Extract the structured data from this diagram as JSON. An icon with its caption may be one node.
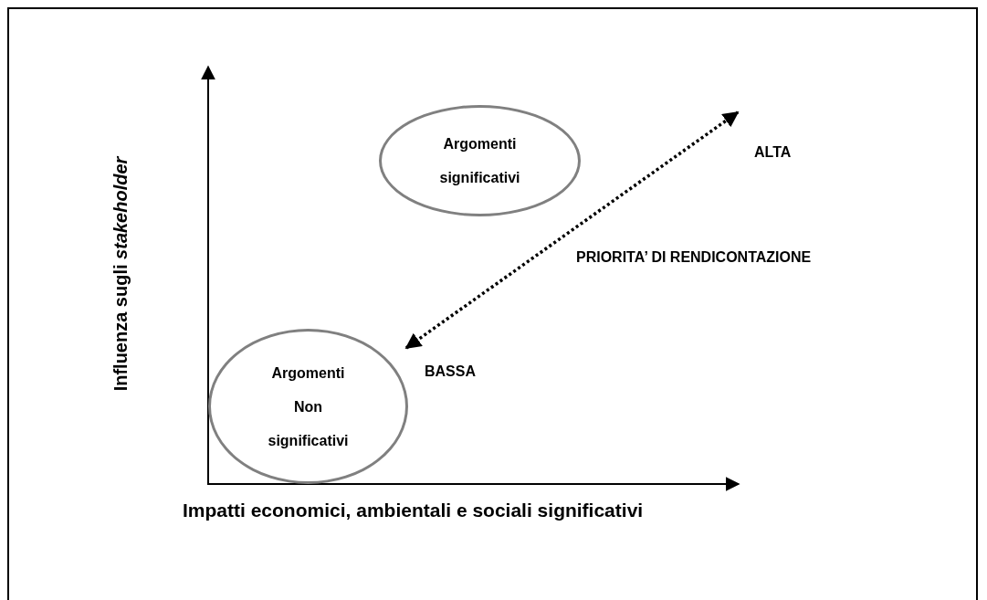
{
  "diagram": {
    "nodes": [
      {
        "text": [
          "Argomenti significativi"
        ]
      },
      {
        "text": [
          "ALTA"
        ]
      },
      {
        "text": [
          "Argomenti Non significativi"
        ]
      },
      {
        "text": [
          "BASSA"
        ]
      }
    ],
    "edges": [
      {
        "from": 3,
        "to": 1,
        "arrow": "both",
        "style": "dashed"
      }
    ],
    "labels": [
      "PRIORITA’ DI RENDICONTAZIONE",
      "Influenza sugli *stakeholder*",
      "Impatti economici, ambientali e sociali significativi"
    ]
  }
}
